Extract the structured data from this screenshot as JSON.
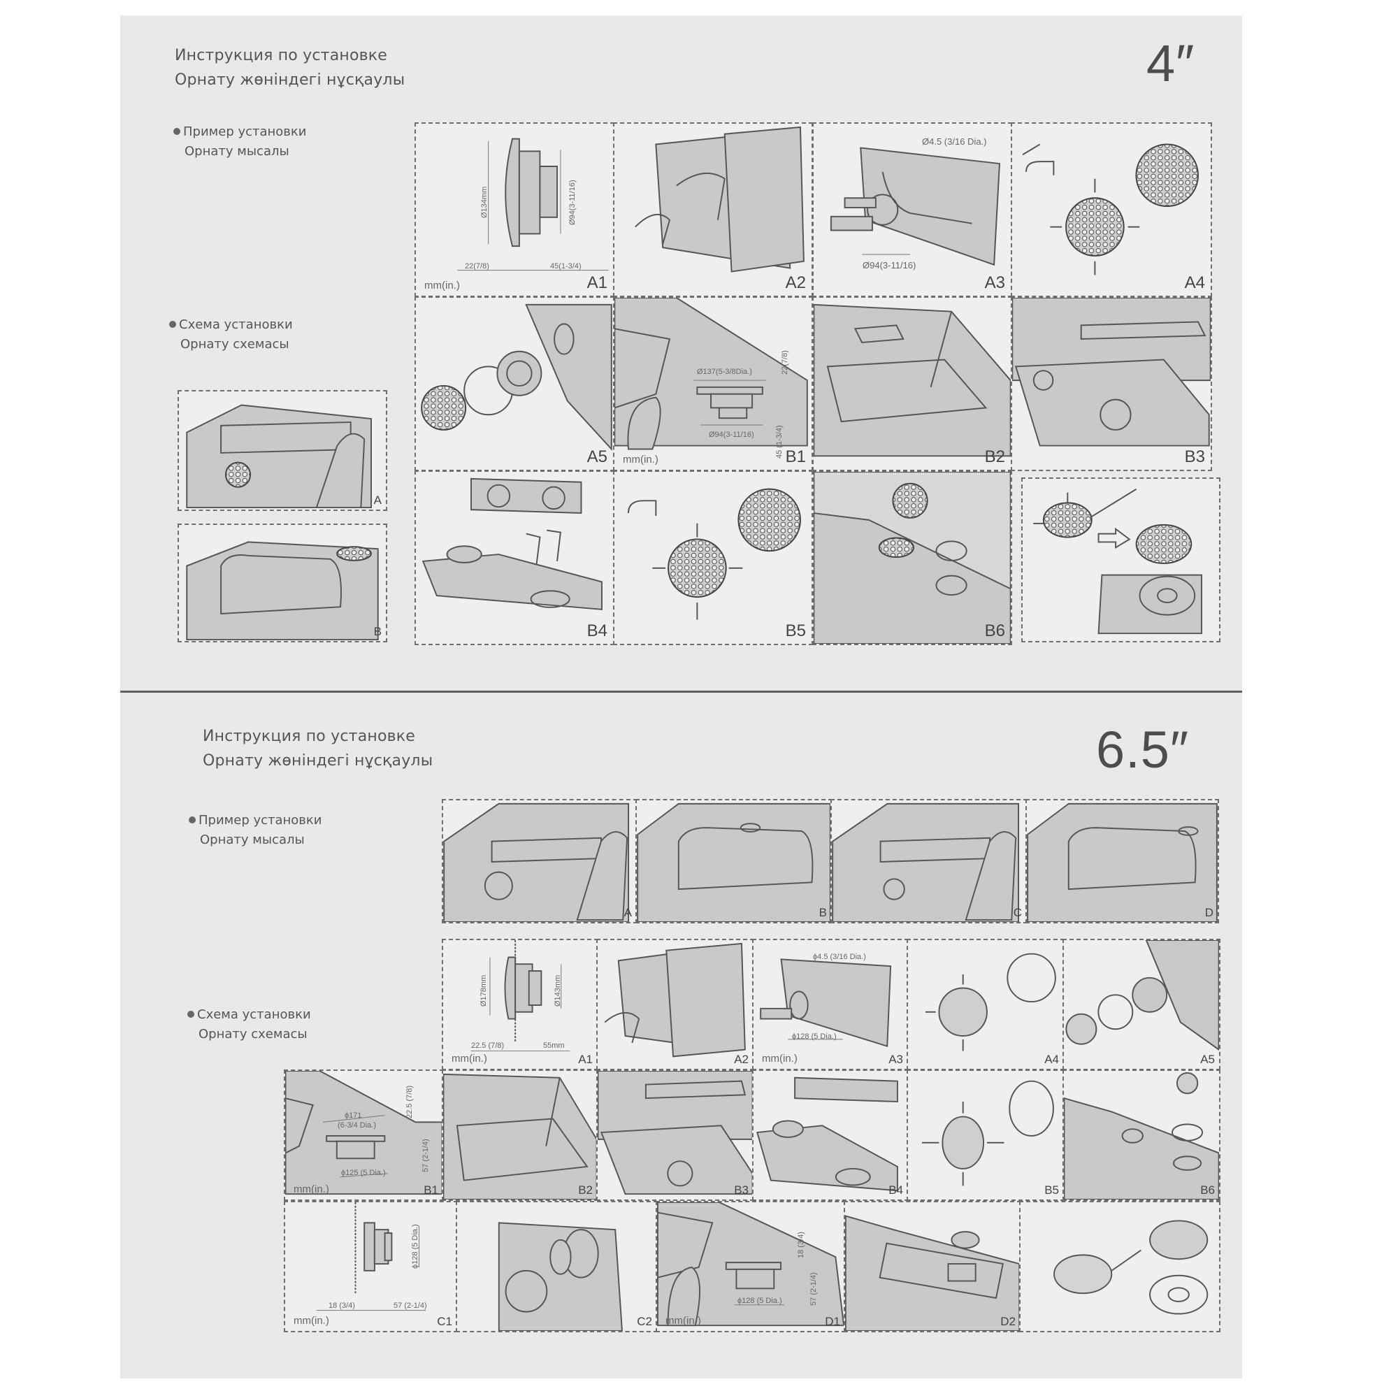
{
  "section_4in": {
    "title_ru": "Инструкция по установке",
    "title_kz": "Орнату жөніндегі нұсқаулы",
    "size_label": "4″",
    "example": {
      "ru": "Пример установки",
      "kz": "Орнату мысалы"
    },
    "scheme": {
      "ru": "Схема установки",
      "kz": "Орнату схемасы"
    },
    "example_panels": [
      {
        "label": "A"
      },
      {
        "label": "B"
      }
    ],
    "panels": [
      {
        "label": "A1",
        "unit": "mm(in.)",
        "dims": [
          "Ø134mm",
          "Ø94(3-11/16)",
          "22(7/8)",
          "45(1-3/4)"
        ]
      },
      {
        "label": "A2"
      },
      {
        "label": "A3",
        "dims": [
          "Ø4.5  (3/16 Dia.)",
          "Ø94(3-11/16)"
        ]
      },
      {
        "label": "A4"
      },
      {
        "label": "A5"
      },
      {
        "label": "B1",
        "unit": "mm(in.)",
        "dims": [
          "Ø137(5-3/8Dia.)",
          "22(7/8)",
          "Ø94(3-11/16)",
          "45 (1-3/4)"
        ]
      },
      {
        "label": "B2"
      },
      {
        "label": "B3"
      },
      {
        "label": "B4"
      },
      {
        "label": "B5"
      },
      {
        "label": "B6"
      },
      {
        "label": ""
      }
    ]
  },
  "section_65in": {
    "title_ru": "Инструкция по установке",
    "title_kz": "Орнату жөніндегі нұсқаулы",
    "size_label": "6.5″",
    "example": {
      "ru": "Пример установки",
      "kz": "Орнату мысалы"
    },
    "scheme": {
      "ru": "Схема установки",
      "kz": "Орнату схемасы"
    },
    "example_panels": [
      {
        "label": "A"
      },
      {
        "label": "B"
      },
      {
        "label": "C"
      },
      {
        "label": "D"
      }
    ],
    "panels": [
      {
        "label": "A1",
        "unit": "mm(in.)",
        "dims": [
          "Ø178mm",
          "Ø143mm",
          "22.5 (7/8)",
          "55mm"
        ]
      },
      {
        "label": "A2"
      },
      {
        "label": "A3",
        "unit": "mm(in.)",
        "dims": [
          "ϕ4.5 (3/16 Dia.)",
          "ϕ128 (5 Dia.)"
        ]
      },
      {
        "label": "A4"
      },
      {
        "label": "A5"
      },
      {
        "label": "B1",
        "unit": "mm(in.)",
        "dims": [
          "ϕ171",
          "(6-3/4 Dia.)",
          "22.5 (7/8)",
          "ϕ125 (5 Dia.)",
          "57 (2-1/4)"
        ]
      },
      {
        "label": "B2"
      },
      {
        "label": "B3"
      },
      {
        "label": "B4"
      },
      {
        "label": "B5"
      },
      {
        "label": "B6"
      },
      {
        "label": "C1",
        "unit": "mm(in.)",
        "dims": [
          "ϕ128 (5 Dia.)",
          "18 (3/4)",
          "57 (2-1/4)"
        ]
      },
      {
        "label": "C2"
      },
      {
        "label": "D1",
        "unit": "mm(in.)",
        "dims": [
          "18 (3/4)",
          "ϕ128 (5 Dia.)",
          "57 (2-1/4)"
        ]
      },
      {
        "label": "D2"
      },
      {
        "label": ""
      }
    ]
  }
}
